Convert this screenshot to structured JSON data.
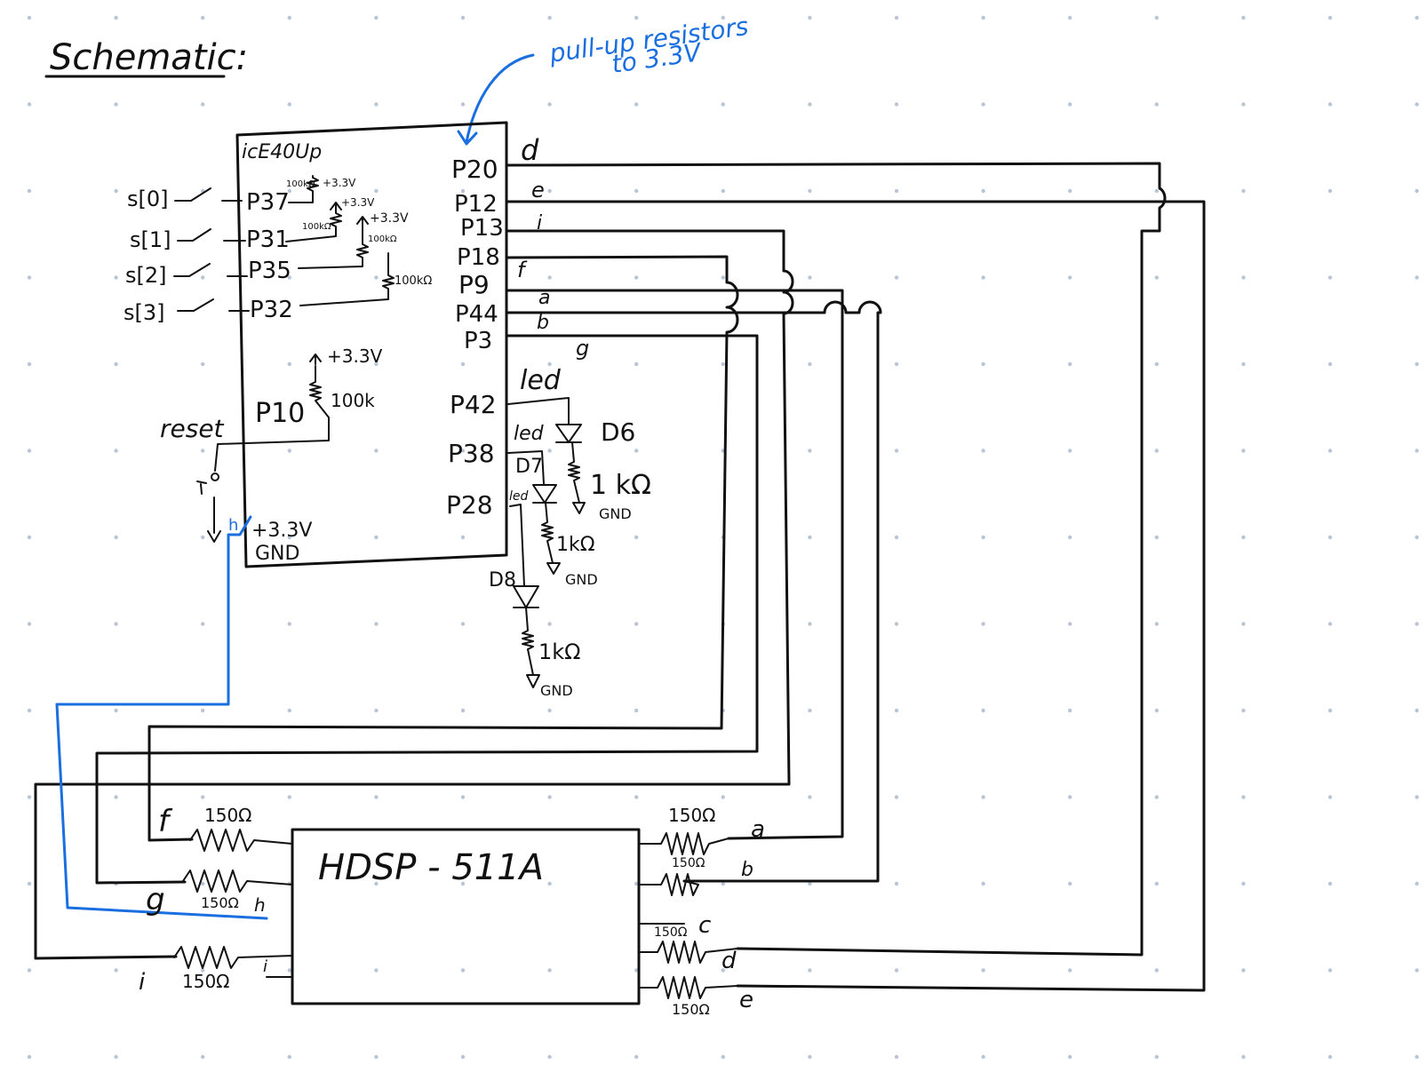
{
  "title": "Schematic:",
  "annotation": [
    "pull-up resistors",
    "to 3.3V"
  ],
  "fpga": {
    "name": "icE40Up",
    "left_pins": [
      "P37",
      "P31",
      "P35",
      "P32"
    ],
    "reset_pin": "P10",
    "power_pins": [
      "+3.3V",
      "GND"
    ],
    "right_pins": [
      "P20",
      "P12",
      "P13",
      "P18",
      "P9",
      "P44",
      "P3",
      "P42",
      "P38",
      "P28"
    ]
  },
  "switch_labels": [
    "s[0]",
    "s[1]",
    "s[2]",
    "s[3]"
  ],
  "pullups": [
    {
      "r": "100kΩ",
      "v": "+3.3V"
    },
    {
      "r": "100kΩ",
      "v": "+3.3V"
    },
    {
      "r": "100kΩ",
      "v": "+3.3V"
    },
    {
      "r": "100kΩ",
      "v": ""
    }
  ],
  "reset": {
    "label": "reset",
    "resistor": "100k",
    "supply": "+3.3V"
  },
  "segment_nets": [
    "d",
    "e",
    "i",
    "f",
    "a",
    "b",
    "g"
  ],
  "led_section": {
    "led_net": "led",
    "net_labels": [
      "led",
      "led",
      "led"
    ],
    "diodes": [
      "D6",
      "D7",
      "D8"
    ],
    "resistors": [
      "1 kΩ",
      "1kΩ",
      "1kΩ"
    ],
    "gnd": "GND"
  },
  "display": {
    "name": "HDSP - 511A",
    "left": [
      {
        "net": "f",
        "r": "150Ω"
      },
      {
        "net": "g",
        "r": "150Ω"
      },
      {
        "net": "h",
        "r": ""
      },
      {
        "net": "i",
        "r": "150Ω"
      }
    ],
    "left_inner": [
      "i"
    ],
    "right": [
      {
        "net": "a",
        "r": "150Ω"
      },
      {
        "net": "b",
        "r": "150Ω"
      },
      {
        "net": "c",
        "r": "150Ω"
      },
      {
        "net": "d",
        "r": ""
      },
      {
        "net": "e",
        "r": "150Ω"
      }
    ]
  },
  "blue_net": "h",
  "colors": {
    "ink": "#111111",
    "accent": "#1a6fe0",
    "grid_dot": "#b9c4d4"
  }
}
